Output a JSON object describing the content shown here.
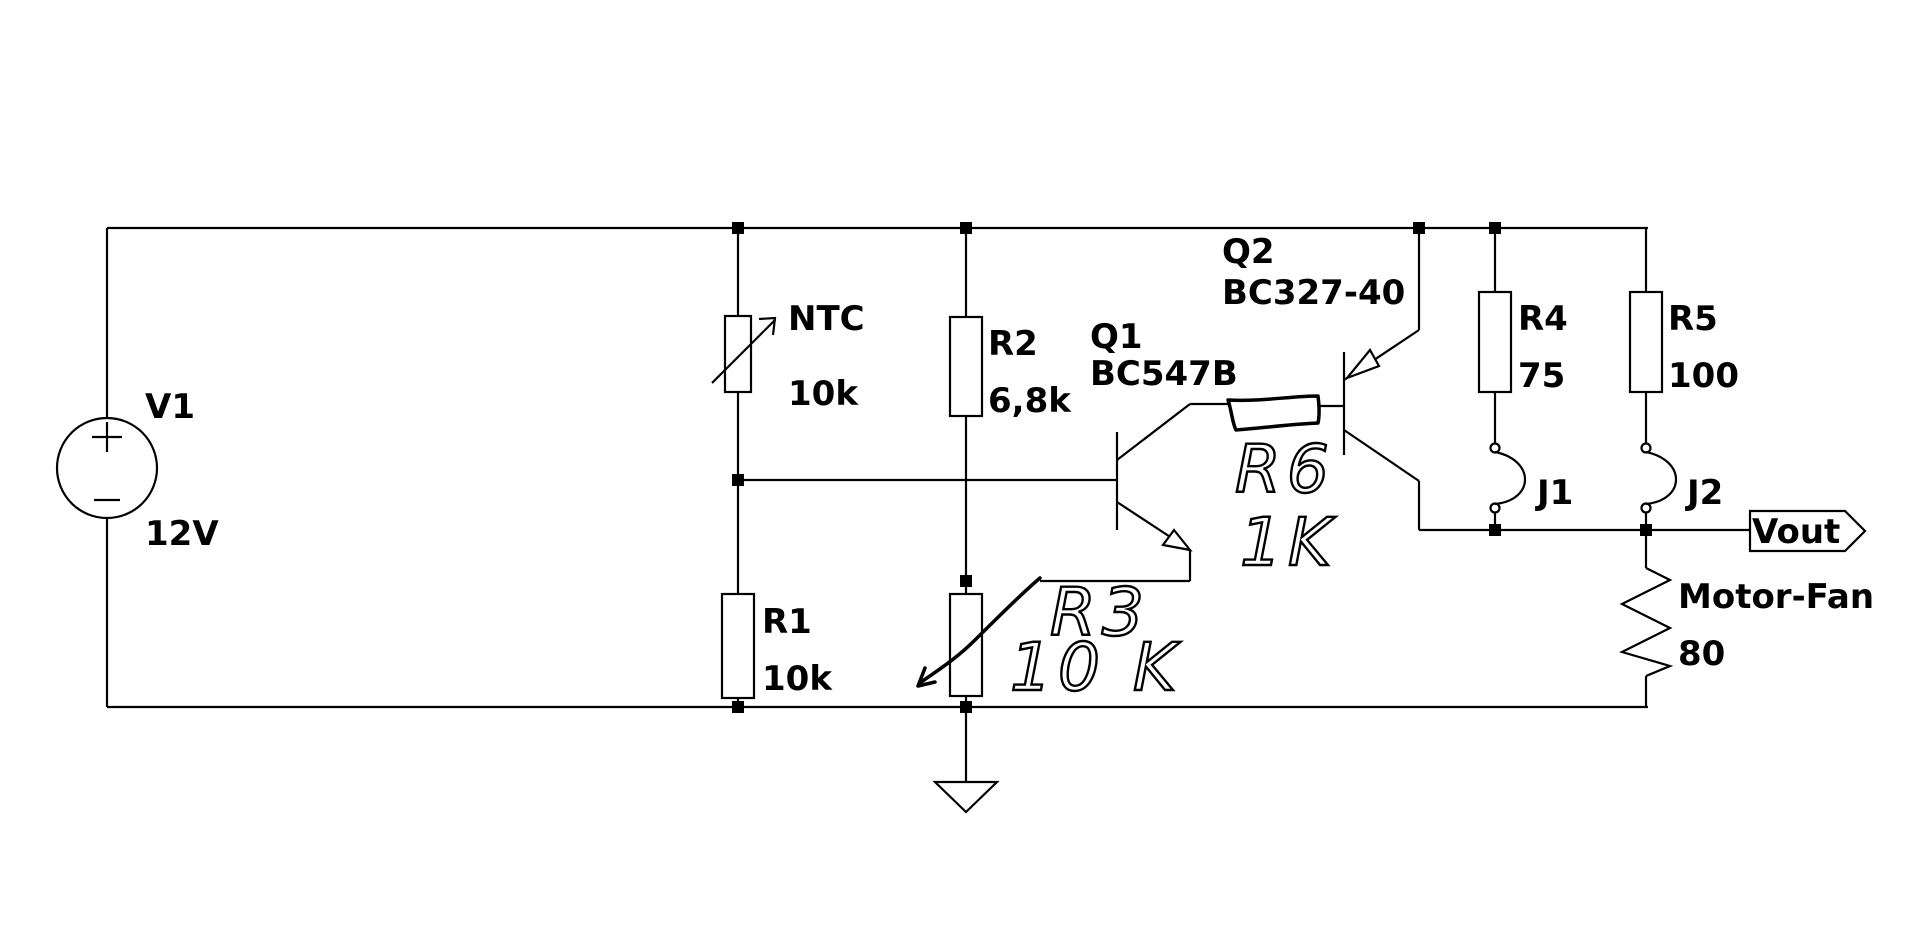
{
  "source": {
    "ref": "V1",
    "value": "12V"
  },
  "ntc": {
    "ref": "NTC",
    "value": "10k"
  },
  "r1": {
    "ref": "R1",
    "value": "10k"
  },
  "r2": {
    "ref": "R2",
    "value": "6,8k"
  },
  "r3": {
    "ref": "R3",
    "value": "10 K"
  },
  "r4": {
    "ref": "R4",
    "value": "75"
  },
  "r5": {
    "ref": "R5",
    "value": "100"
  },
  "r6": {
    "ref": "R6",
    "value": "1K"
  },
  "q1": {
    "ref": "Q1",
    "model": "BC547B"
  },
  "q2": {
    "ref": "Q2",
    "model": "BC327-40"
  },
  "j1": {
    "ref": "J1"
  },
  "j2": {
    "ref": "J2"
  },
  "load": {
    "ref": "Motor-Fan",
    "value": "80"
  },
  "output": {
    "label": "Vout"
  },
  "icons": {
    "ground": "ground-symbol-icon",
    "source": "voltage-source-icon"
  }
}
